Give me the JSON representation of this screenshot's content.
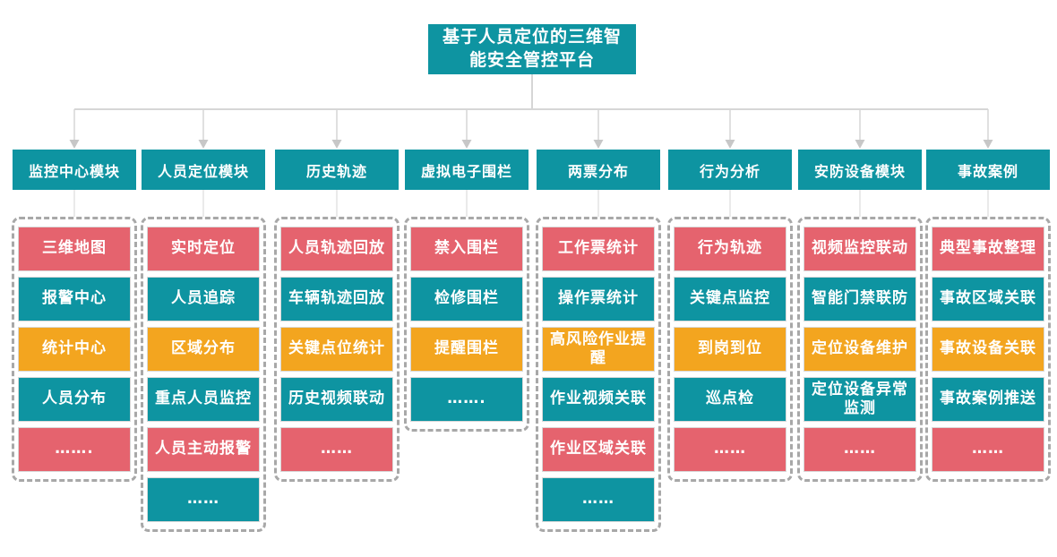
{
  "title": "基于人员定位的三维智能安全管控平台",
  "colors": {
    "teal": "#0E94A1",
    "red": "#E5636E",
    "orange": "#F3A51F",
    "dashed_border": "#A8A8A8",
    "connector_line": "#D6D6D6",
    "arrow": "#C7C7C7"
  },
  "columns": [
    {
      "header": "监控中心模块",
      "items": [
        {
          "label": "三维地图",
          "color": "red"
        },
        {
          "label": "报警中心",
          "color": "teal"
        },
        {
          "label": "统计中心",
          "color": "orange"
        },
        {
          "label": "人员分布",
          "color": "teal"
        },
        {
          "label": "…….",
          "color": "red"
        }
      ]
    },
    {
      "header": "人员定位模块",
      "items": [
        {
          "label": "实时定位",
          "color": "red"
        },
        {
          "label": "人员追踪",
          "color": "teal"
        },
        {
          "label": "区域分布",
          "color": "orange"
        },
        {
          "label": "重点人员监控",
          "color": "teal"
        },
        {
          "label": "人员主动报警",
          "color": "red"
        },
        {
          "label": "……",
          "color": "teal"
        }
      ]
    },
    {
      "header": "历史轨迹",
      "items": [
        {
          "label": "人员轨迹回放",
          "color": "red"
        },
        {
          "label": "车辆轨迹回放",
          "color": "teal"
        },
        {
          "label": "关键点位统计",
          "color": "orange"
        },
        {
          "label": "历史视频联动",
          "color": "teal"
        },
        {
          "label": "……",
          "color": "red"
        }
      ]
    },
    {
      "header": "虚拟电子围栏",
      "items": [
        {
          "label": "禁入围栏",
          "color": "red"
        },
        {
          "label": "检修围栏",
          "color": "teal"
        },
        {
          "label": "提醒围栏",
          "color": "orange"
        },
        {
          "label": "…….",
          "color": "teal"
        }
      ]
    },
    {
      "header": "两票分布",
      "items": [
        {
          "label": "工作票统计",
          "color": "red"
        },
        {
          "label": "操作票统计",
          "color": "teal"
        },
        {
          "label": "高风险作业提醒",
          "color": "orange"
        },
        {
          "label": "作业视频关联",
          "color": "teal"
        },
        {
          "label": "作业区域关联",
          "color": "red"
        },
        {
          "label": "……",
          "color": "teal"
        }
      ]
    },
    {
      "header": "行为分析",
      "items": [
        {
          "label": "行为轨迹",
          "color": "red"
        },
        {
          "label": "关键点监控",
          "color": "teal"
        },
        {
          "label": "到岗到位",
          "color": "orange"
        },
        {
          "label": "巡点检",
          "color": "teal"
        },
        {
          "label": "……",
          "color": "red"
        }
      ]
    },
    {
      "header": "安防设备模块",
      "items": [
        {
          "label": "视频监控联动",
          "color": "red"
        },
        {
          "label": "智能门禁联防",
          "color": "teal"
        },
        {
          "label": "定位设备维护",
          "color": "orange"
        },
        {
          "label": "定位设备异常监测",
          "color": "teal"
        },
        {
          "label": "……",
          "color": "red"
        }
      ]
    },
    {
      "header": "事故案例",
      "items": [
        {
          "label": "典型事故整理",
          "color": "red"
        },
        {
          "label": "事故区域关联",
          "color": "teal"
        },
        {
          "label": "事故设备关联",
          "color": "orange"
        },
        {
          "label": "事故案例推送",
          "color": "teal"
        },
        {
          "label": "……",
          "color": "red"
        }
      ]
    }
  ]
}
